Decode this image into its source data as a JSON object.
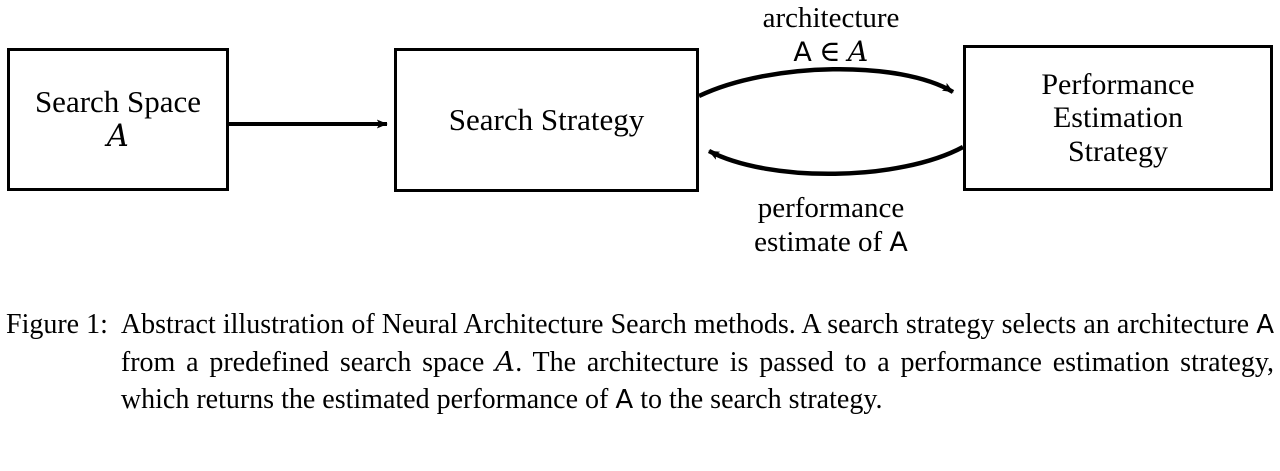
{
  "figure": {
    "diagram": {
      "nodes": [
        {
          "id": "search-space",
          "lines": [
            "Search Space",
            "A"
          ],
          "line1": "Search Space",
          "line2_math": "A",
          "math_style": "calligraphic"
        },
        {
          "id": "search-strategy",
          "line1": "Search Strategy"
        },
        {
          "id": "performance-estimation-strategy",
          "line1": "Performance",
          "line2": "Estimation",
          "line3": "Strategy"
        }
      ],
      "edges": [
        {
          "id": "space-to-strategy",
          "from": "search-space",
          "to": "search-strategy",
          "shape": "straight",
          "label": ""
        },
        {
          "id": "strategy-to-performance",
          "from": "search-strategy",
          "to": "performance-estimation-strategy",
          "shape": "curved",
          "label_line1": "architecture",
          "label_line2_prefix": "A",
          "label_line2_relation": "∈",
          "label_line2_set": "A"
        },
        {
          "id": "performance-to-strategy",
          "from": "performance-estimation-strategy",
          "to": "search-strategy",
          "shape": "curved",
          "label_line1": "performance",
          "label_line2_prefix": "estimate of",
          "label_line2_symbol": "A"
        }
      ],
      "stroke_color": "#000000",
      "fill_color": "#ffffff"
    },
    "caption": {
      "label": "Figure 1:",
      "part1": "Abstract illustration of Neural Architecture Search methods. A search strategy selects an architecture",
      "symbol_a_1": "A",
      "part2": "from a predefined search space",
      "symbol_cal_a": "A",
      "part3": ". The architecture is passed to a performance estimation strategy, which returns the estimated performance of",
      "symbol_a_2": "A",
      "part4": "to the search strategy."
    }
  }
}
